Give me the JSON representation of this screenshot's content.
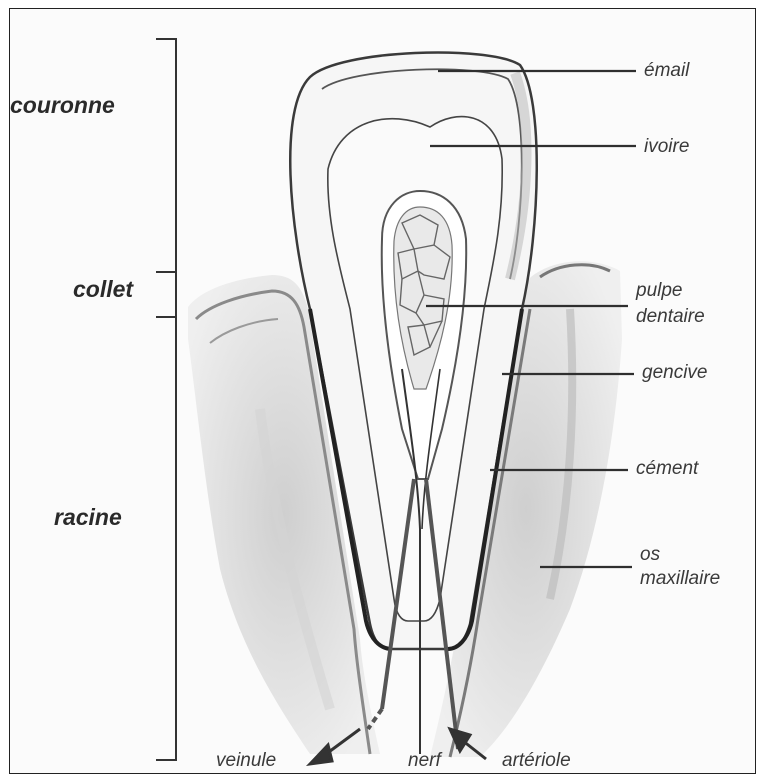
{
  "regions": {
    "couronne": "couronne",
    "collet": "collet",
    "racine": "racine"
  },
  "labels": {
    "email": "émail",
    "ivoire": "ivoire",
    "pulpe_1": "pulpe",
    "pulpe_2": "dentaire",
    "gencive": "gencive",
    "cement": "cément",
    "os_1": "os",
    "os_2": "maxillaire"
  },
  "bottom": {
    "veinule": "veinule",
    "nerf": "nerf",
    "arteriole": "artériole"
  }
}
